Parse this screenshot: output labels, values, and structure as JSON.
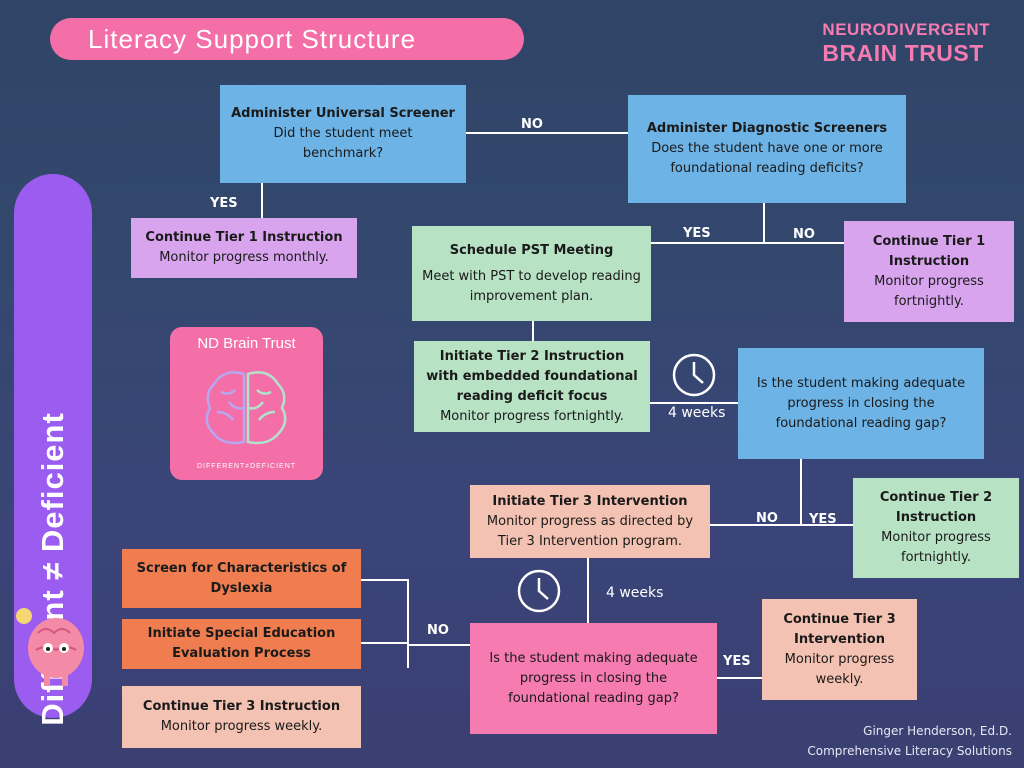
{
  "title": "Literacy Support Structure",
  "brand": {
    "line1": "NEURODIVERGENT",
    "line2": "BRAIN TRUST"
  },
  "sidebar_text": "Different ≠ Deficient",
  "logo": {
    "title": "ND Brain Trust",
    "subtitle": "DIFFERENT≠DEFICIENT"
  },
  "boxes": {
    "universal": {
      "heading": "Administer Universal Screener",
      "body": "Did the student meet benchmark?"
    },
    "diagnostic": {
      "heading": "Administer Diagnostic Screeners",
      "body": "Does the student have one or more foundational reading deficits?"
    },
    "tier1_monthly": {
      "heading": "Continue Tier 1 Instruction",
      "body": "Monitor progress monthly."
    },
    "pst": {
      "heading": "Schedule PST Meeting",
      "body": "Meet with PST to develop reading improvement plan."
    },
    "tier1_fortnight": {
      "heading": "Continue Tier 1 Instruction",
      "body": "Monitor progress fortnightly."
    },
    "tier2_init": {
      "heading": "Initiate Tier 2 Instruction with embedded foundational reading deficit focus",
      "body": "Monitor progress fortnightly."
    },
    "progress_q1": {
      "body": "Is the student making adequate progress in closing the foundational reading gap?"
    },
    "tier3_init": {
      "heading": "Initiate Tier 3 Intervention",
      "body": "Monitor progress as directed by Tier 3 Intervention program."
    },
    "tier2_continue": {
      "heading": "Continue Tier 2 Instruction",
      "body": "Monitor progress fortnightly."
    },
    "dyslexia": {
      "heading": "Screen for Characteristics of Dyslexia"
    },
    "sped": {
      "heading": "Initiate Special Education Evaluation Process"
    },
    "tier3_weekly": {
      "heading": "Continue Tier 3 Instruction",
      "body": "Monitor progress weekly."
    },
    "progress_q2": {
      "body": "Is the student making adequate progress in closing the foundational reading gap?"
    },
    "tier3_continue": {
      "heading": "Continue Tier 3 Intervention",
      "body": "Monitor progress weekly."
    }
  },
  "labels": {
    "yes": "YES",
    "no": "NO",
    "four_weeks": "4 weeks"
  },
  "credit": {
    "name": "Ginger Henderson, Ed.D.",
    "org": "Comprehensive Literacy Solutions"
  },
  "colors": {
    "blue": "#6db3e6",
    "purple": "#d9a4ee",
    "green": "#b7e2c4",
    "peach": "#f4c2b2",
    "orange": "#ef7d50",
    "pink": "#f57bb0",
    "sidebar": "#9b5cf0"
  }
}
